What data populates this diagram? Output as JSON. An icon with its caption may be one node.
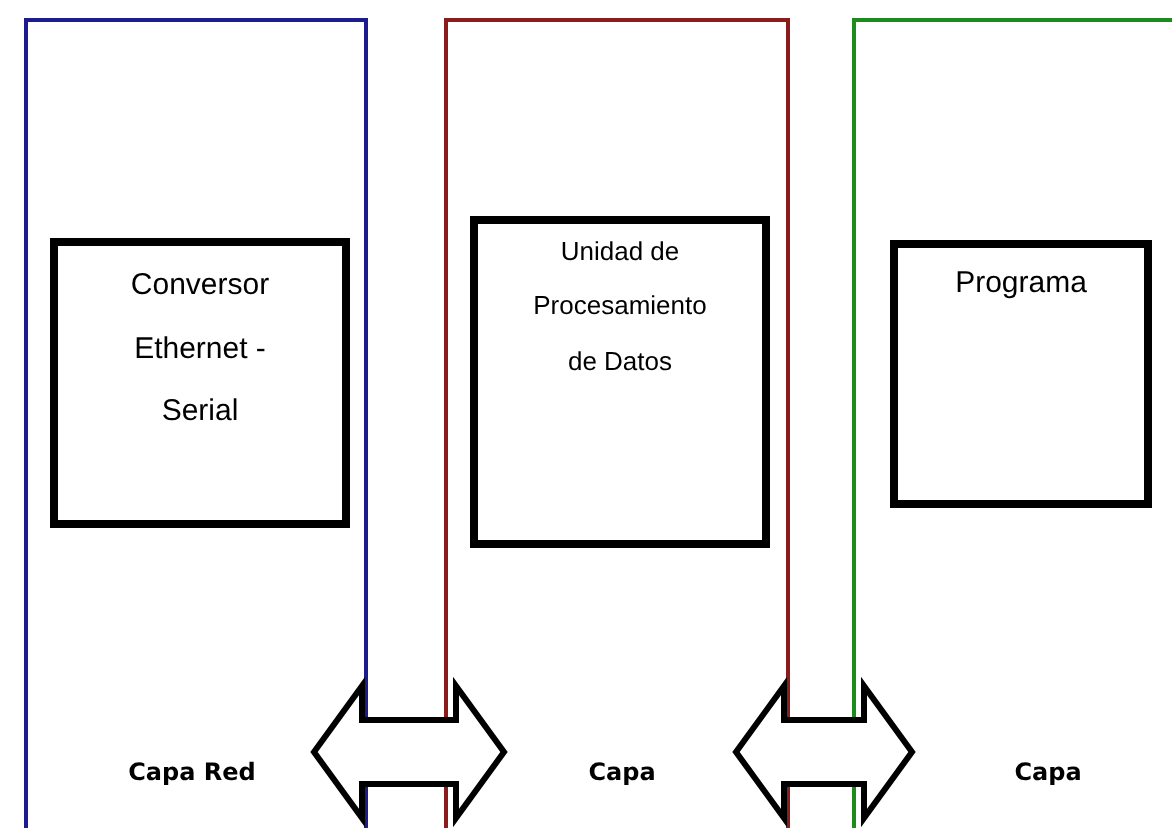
{
  "diagram": {
    "nodes": [
      {
        "text": [
          "Capa Red"
        ]
      },
      {
        "text": [
          "Conversor Ethernet - Serial"
        ],
        "in": 0
      },
      {
        "text": [
          "Capa"
        ]
      },
      {
        "text": [
          "Unidad de Procesamiento de Datos"
        ],
        "in": 2
      },
      {
        "text": [
          "Capa"
        ]
      },
      {
        "text": [
          "Programa"
        ],
        "in": 4
      }
    ],
    "edges": [
      {
        "from": 0,
        "to": 2,
        "arrow": "both"
      },
      {
        "from": 2,
        "to": 4,
        "arrow": "both"
      }
    ]
  }
}
